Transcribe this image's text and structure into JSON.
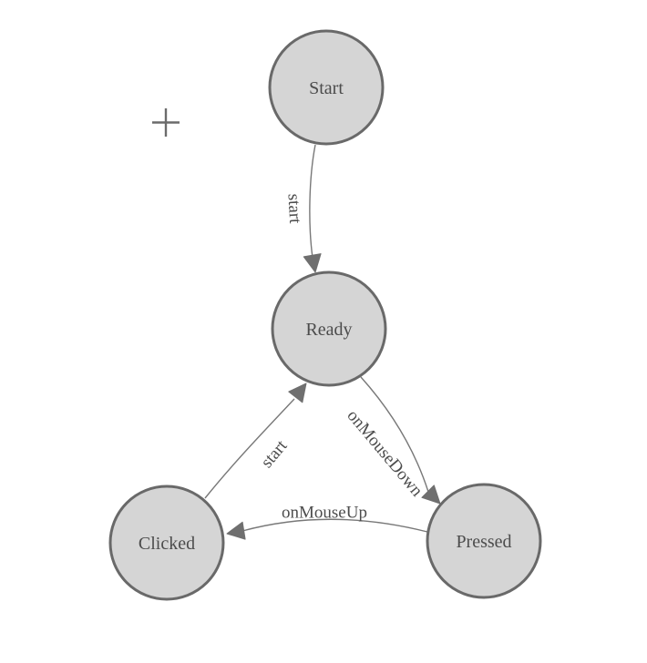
{
  "diagram": {
    "type": "state-machine",
    "nodes": [
      {
        "id": "start",
        "label": "Start"
      },
      {
        "id": "ready",
        "label": "Ready"
      },
      {
        "id": "clicked",
        "label": "Clicked"
      },
      {
        "id": "pressed",
        "label": "Pressed"
      }
    ],
    "edges": [
      {
        "from": "start",
        "to": "ready",
        "label": "start"
      },
      {
        "from": "ready",
        "to": "pressed",
        "label": "onMouseDown"
      },
      {
        "from": "pressed",
        "to": "clicked",
        "label": "onMouseUp"
      },
      {
        "from": "clicked",
        "to": "ready",
        "label": "start"
      }
    ],
    "cursor": {
      "glyph": "crosshair"
    },
    "colors": {
      "background": "#ffffff",
      "node_fill": "#d5d5d5",
      "node_border": "#696969",
      "edge_line": "#787878",
      "arrowhead": "#6f6f6f",
      "label_text": "#4c4c4c",
      "cursor": "#6b6b6b"
    }
  }
}
